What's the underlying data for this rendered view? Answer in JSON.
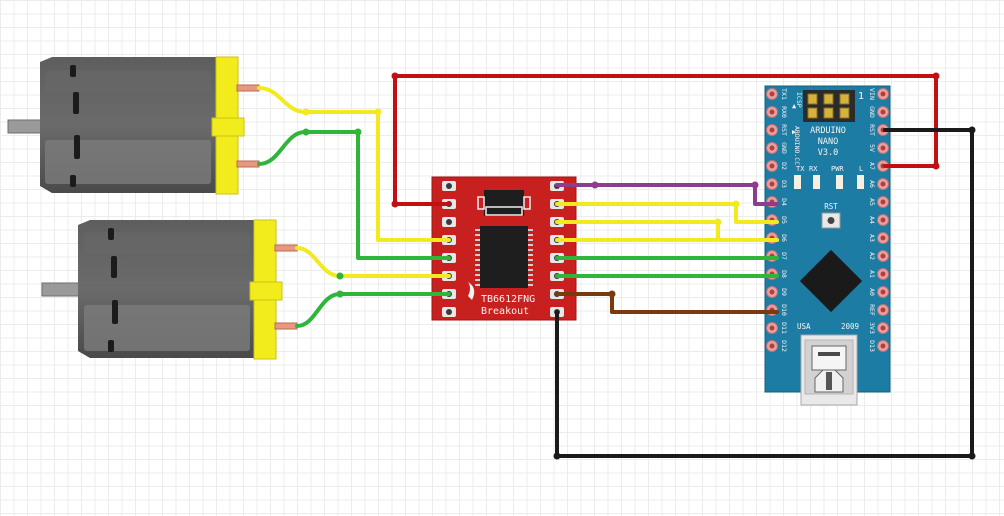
{
  "driver": {
    "chip_name": "TB6612FNG",
    "chip_sub": "Breakout"
  },
  "arduino": {
    "line1": "ARDUINO",
    "line2": "NANO",
    "line3": "V3.0",
    "site": "ARDUINO.CC",
    "icsp": "ICSP",
    "pin1": "1",
    "led_tx": "TX",
    "led_rx": "RX",
    "led_pwr": "PWR",
    "led_l": "L",
    "rst_button": "RST",
    "country": "USA",
    "year": "2009",
    "left_pins": [
      "TX1",
      "RX0",
      "RST",
      "GND",
      "D2",
      "D3",
      "D4",
      "D5",
      "D6",
      "D7",
      "D8",
      "D9",
      "D10",
      "D11",
      "D12"
    ],
    "right_pins": [
      "VIN",
      "GND",
      "RST",
      "5V",
      "A7",
      "A6",
      "A5",
      "A4",
      "A3",
      "A2",
      "A1",
      "A0",
      "REF",
      "3V3",
      "D13"
    ]
  },
  "colors": {
    "board_red": "#c8201e",
    "nano_blue": "#1c7ca3",
    "motor_yellow": "#f2ec1d",
    "motor_gray": "#595959",
    "wire_red": "#c21012",
    "wire_black": "#1a1a1a",
    "wire_yellow": "#f2ea1e",
    "wire_green": "#2fb53a",
    "wire_purple": "#8e3c8e",
    "wire_brown": "#7a3a10"
  },
  "wires": [
    {
      "id": "red-power",
      "color": "red"
    },
    {
      "id": "black-ground",
      "color": "black"
    },
    {
      "id": "purple-d2",
      "color": "purple"
    },
    {
      "id": "yellow-d3",
      "color": "yellow"
    },
    {
      "id": "yellow-d4",
      "color": "yellow"
    },
    {
      "id": "yellow-d5",
      "color": "yellow"
    },
    {
      "id": "green-d6",
      "color": "green"
    },
    {
      "id": "green-d7",
      "color": "green"
    },
    {
      "id": "brown-d8",
      "color": "brown"
    },
    {
      "id": "yellow-motor1-a",
      "color": "yellow"
    },
    {
      "id": "green-motor1-b",
      "color": "green"
    },
    {
      "id": "yellow-motor2-a",
      "color": "yellow"
    },
    {
      "id": "green-motor2-b",
      "color": "green"
    }
  ]
}
